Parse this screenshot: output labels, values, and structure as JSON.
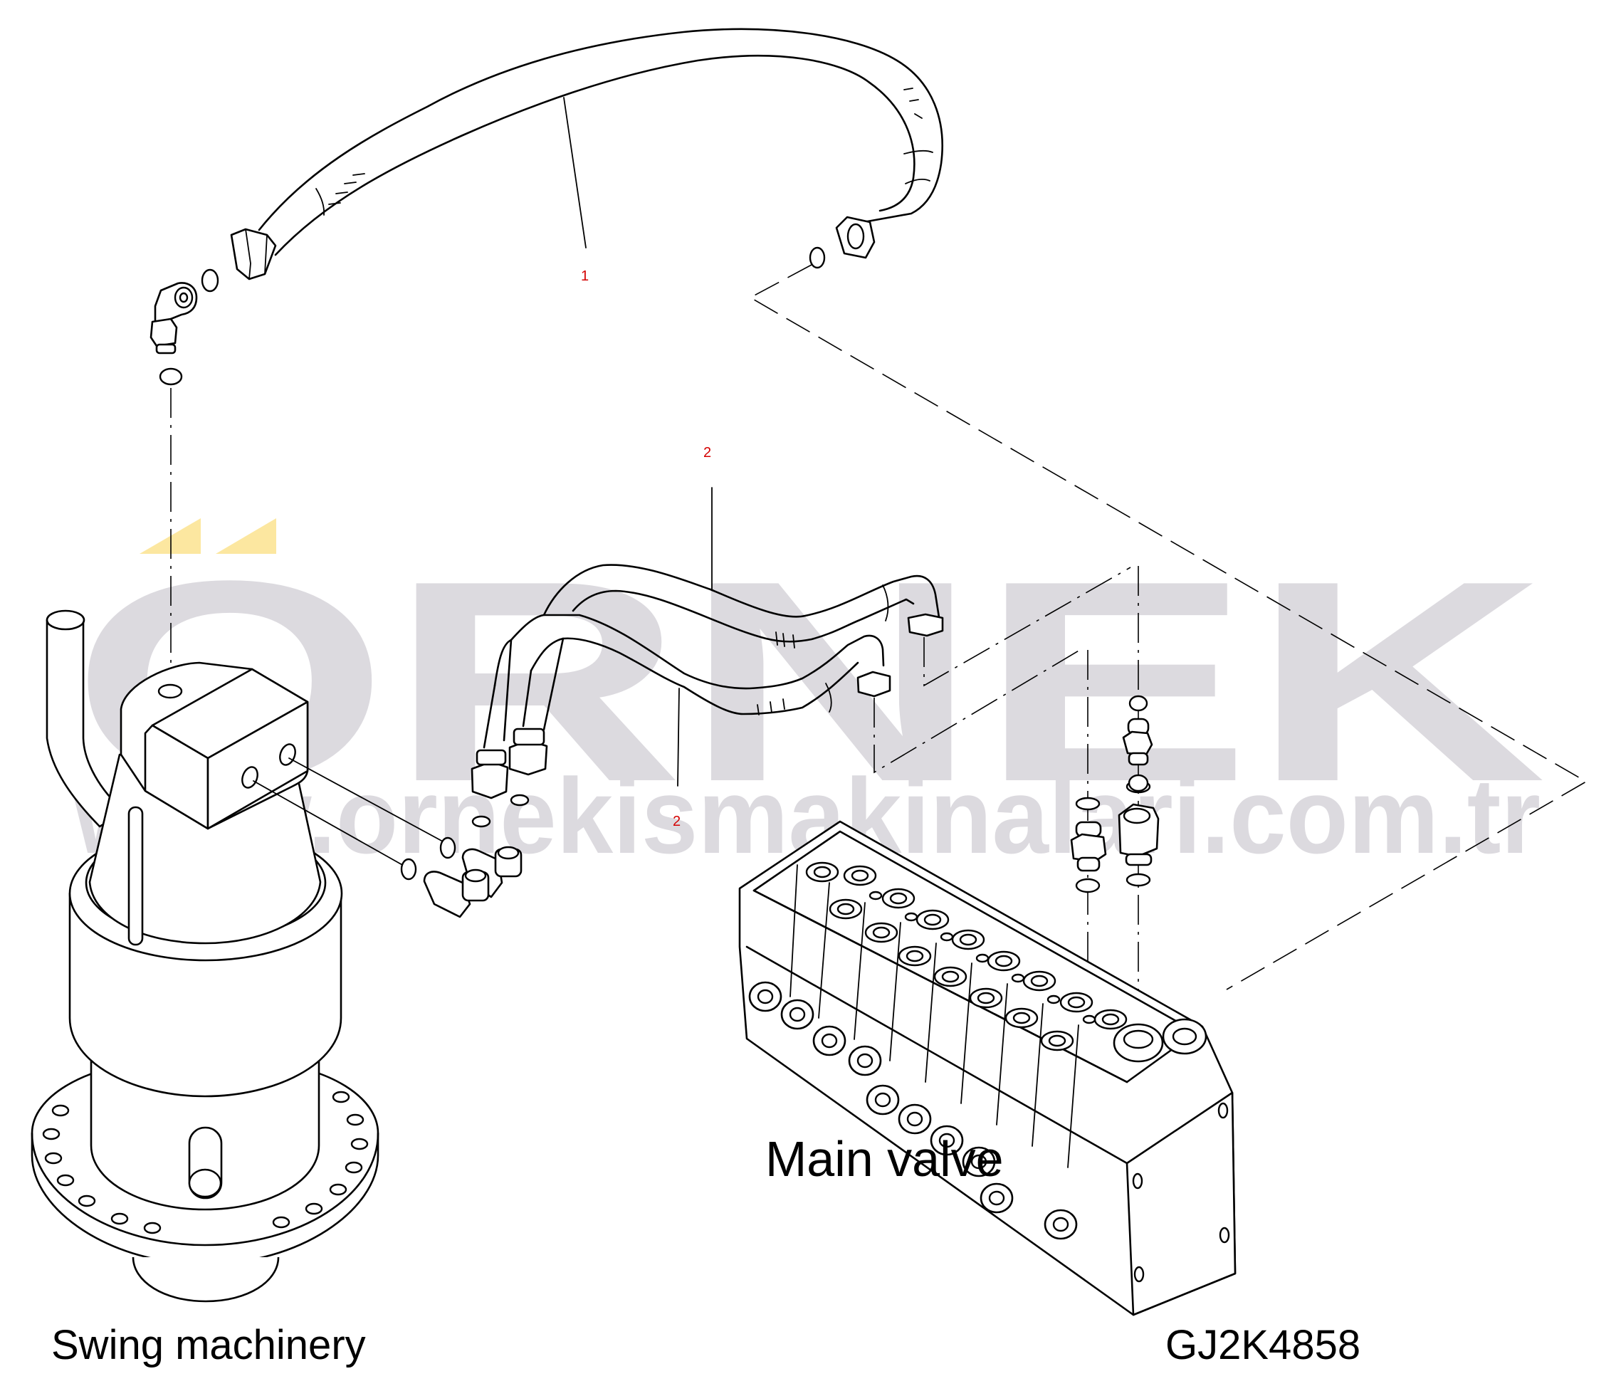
{
  "watermark": {
    "brand": "ÖRNEK",
    "brand_base": "ORNEK",
    "url": "www.ornekismakinalari.com.tr",
    "colors": {
      "text": "#dcdadf",
      "accent": "#fce7a0"
    }
  },
  "callouts": [
    {
      "id": "1",
      "label": "1",
      "part": "hose-1"
    },
    {
      "id": "2a",
      "label": "2",
      "part": "hose-2-upper"
    },
    {
      "id": "2b",
      "label": "2",
      "part": "hose-2-lower"
    }
  ],
  "callout_color": "#d40000",
  "captions": {
    "swing_machinery": "Swing machinery",
    "main_valve": "Main valve",
    "drawing_code": "GJ2K4858"
  }
}
